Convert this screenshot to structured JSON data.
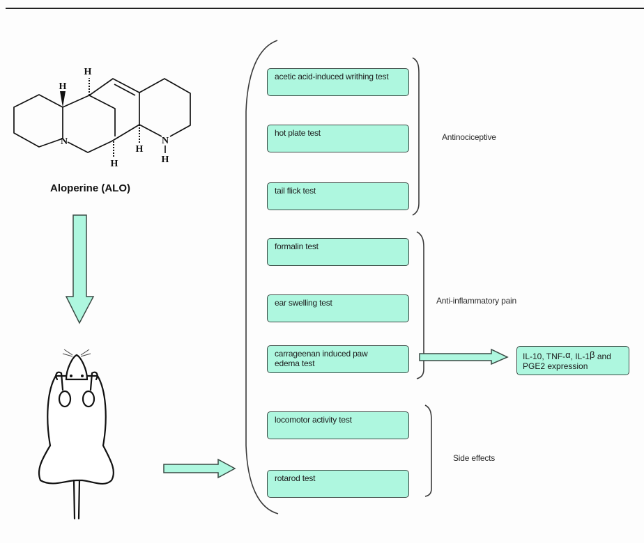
{
  "compound": {
    "name": "Aloperine (ALO)",
    "atom_labels": [
      "H",
      "H",
      "N",
      "H",
      "H",
      "N",
      "H"
    ]
  },
  "tests": [
    {
      "label": "acetic acid-induced writhing test",
      "group": "antinociceptive"
    },
    {
      "label": "hot plate test",
      "group": "antinociceptive"
    },
    {
      "label": "tail flick test",
      "group": "antinociceptive"
    },
    {
      "label": "formalin test",
      "group": "anti_inflammatory"
    },
    {
      "label": "ear swelling test",
      "group": "anti_inflammatory"
    },
    {
      "label": "carrageenan induced paw edema test",
      "group": "anti_inflammatory"
    },
    {
      "label": "locomotor activity test",
      "group": "side_effects"
    },
    {
      "label": "rotarod test",
      "group": "side_effects"
    }
  ],
  "groups": {
    "antinociceptive": "Antinociceptive",
    "anti_inflammatory": "Anti-inflammatory pain",
    "side_effects": "Side effects"
  },
  "result": {
    "line1_a": "IL-10, TNF-",
    "alpha": "α",
    "line1_b": ", IL-1",
    "beta": "β",
    "line1_c": " and",
    "line2": "PGE2 expression"
  },
  "colors": {
    "box_fill": "#aef7df",
    "stroke": "#3a4a44"
  }
}
